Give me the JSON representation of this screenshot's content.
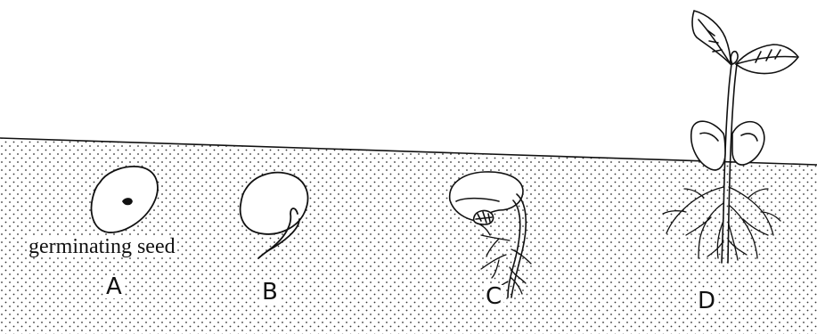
{
  "labels": {
    "caption": "germinating seed",
    "stage_a": "A",
    "stage_b": "B",
    "stage_c": "C",
    "stage_d": "D"
  },
  "colors": {
    "ink": "#111111",
    "soil_dot": "#333333",
    "background": "#ffffff"
  }
}
